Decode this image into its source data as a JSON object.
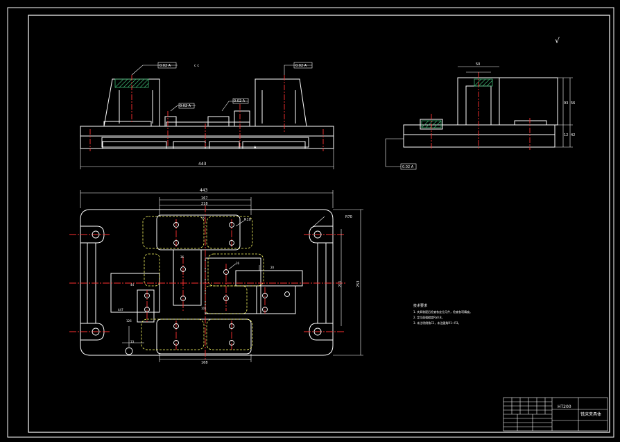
{
  "colors": {
    "background": "#000000",
    "outline": "#ffffff",
    "centerline": "#ff0000",
    "hidden": "#ffff66",
    "hatch": "#3cb371",
    "dimension": "#ffffff"
  },
  "front_view": {
    "overall_dim": "443",
    "label_c": "c c",
    "tolerance_left": "0.02 A",
    "tolerance_right": "0.02 A",
    "tolerance_center": "0.02 A",
    "tolerance_pin": "0.02 A",
    "ref_a": "A"
  },
  "side_view": {
    "roughness": "√",
    "dim_top": "50",
    "dim_h1": "93",
    "dim_h2": "56",
    "dim_h3": "12",
    "dim_h4": "42",
    "tolerance_bottom": "0.02 A"
  },
  "plan_view": {
    "overall_dim": "443",
    "dim_167": "167",
    "dim_218": "218",
    "dim_168": "168",
    "dim_side": "253",
    "dim_side2": "211",
    "dim_15": "15",
    "dim_26": "26",
    "dim_36": "36",
    "dim_20": "20",
    "dim_r": "R70",
    "dim_r10": "R10",
    "dim_44": "44",
    "dim_447": "447",
    "dim_101": "101",
    "dim_126": "126",
    "dim_13": "13"
  },
  "notes": {
    "heading": "技术要求",
    "line1": "1. 夹具装配后检查各定位元件，检查各项精度。",
    "line2": "2. 定位面粗糙度Ra0.8。",
    "line3": "3. 未注明倒角C1，未注圆角R1~R3。"
  },
  "title_block": {
    "material": "HT200",
    "name": "铣床夹具体"
  }
}
